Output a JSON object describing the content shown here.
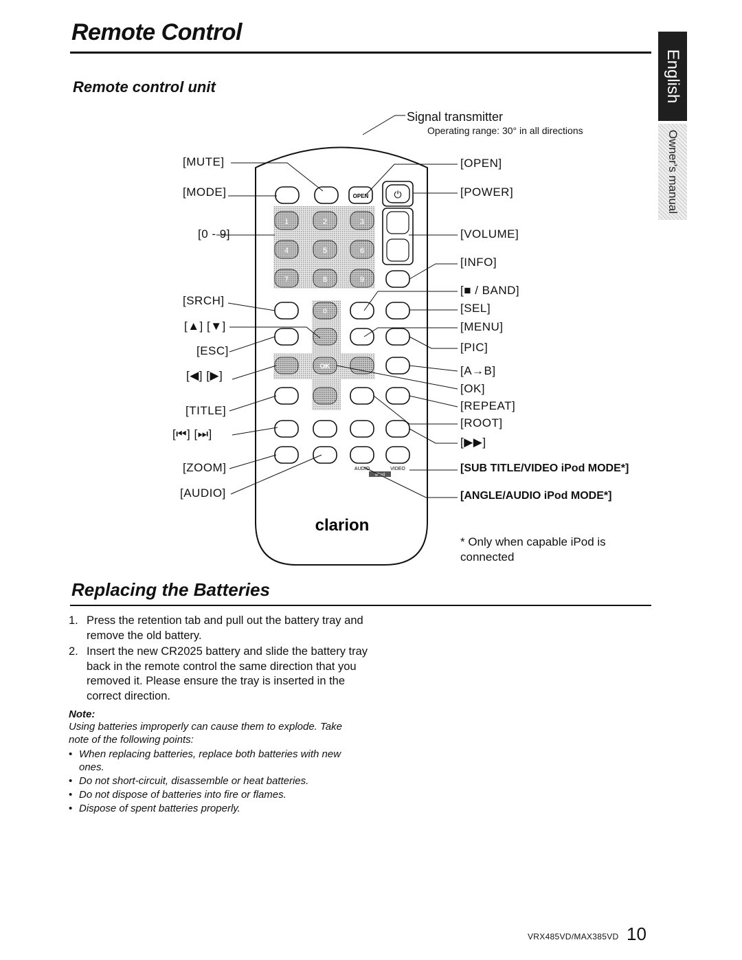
{
  "header": {
    "title": "Remote Control",
    "subtitle": "Remote control unit"
  },
  "side_tab": {
    "language": "English",
    "manual": "Owner's manual"
  },
  "signal": {
    "label": "Signal transmitter",
    "range": "Operating range: 30° in all directions"
  },
  "left_labels": [
    "[MUTE]",
    "[MODE]",
    "[0 - 9]",
    "[SRCH]",
    "[▲] [▼]",
    "[ESC]",
    "[◀] [▶]",
    "[TITLE]",
    "[⏮] [⏭]",
    "[ZOOM]",
    "[AUDIO]"
  ],
  "right_labels": [
    "[OPEN]",
    "[POWER]",
    "[VOLUME]",
    "[INFO]",
    "[■ / BAND]",
    "[SEL]",
    "[MENU]",
    "[PIC]",
    "[A→B]",
    "[OK]",
    "[REPEAT]",
    "[ROOT]",
    "[▶▶]",
    "[SUB TITLE/VIDEO iPod MODE*]",
    "[ANGLE/AUDIO iPod MODE*]"
  ],
  "remote": {
    "brand": "clarion",
    "open_key": "OPEN",
    "power_key": "⏻",
    "number_keys": [
      "1",
      "2",
      "3",
      "4",
      "5",
      "6",
      "7",
      "8",
      "9"
    ],
    "zero_key": "0",
    "ok_key": "OK",
    "audio_tag": "AUDIO",
    "video_tag": "VIDEO",
    "ipod_tag": "iPod"
  },
  "footnote": "* Only when capable iPod is connected",
  "section2": {
    "title": "Replacing the Batteries",
    "steps": [
      {
        "num": "1.",
        "text": "Press the retention tab and pull out the battery tray and remove the old battery."
      },
      {
        "num": "2.",
        "text": "Insert the new CR2025 battery and slide the battery tray back in the remote control the same direction that you removed it. Please ensure the tray is inserted in the correct direction."
      }
    ],
    "note_heading": "Note:",
    "note_intro": "Using batteries improperly can cause them to explode. Take note of the following points:",
    "note_points": [
      "When replacing batteries, replace both batteries with new ones.",
      "Do not short-circuit, disassemble or heat batteries.",
      "Do not dispose of batteries into fire or flames.",
      "Dispose of spent batteries properly."
    ]
  },
  "footer": {
    "model": "VRX485VD/MAX385VD",
    "page": "10"
  }
}
